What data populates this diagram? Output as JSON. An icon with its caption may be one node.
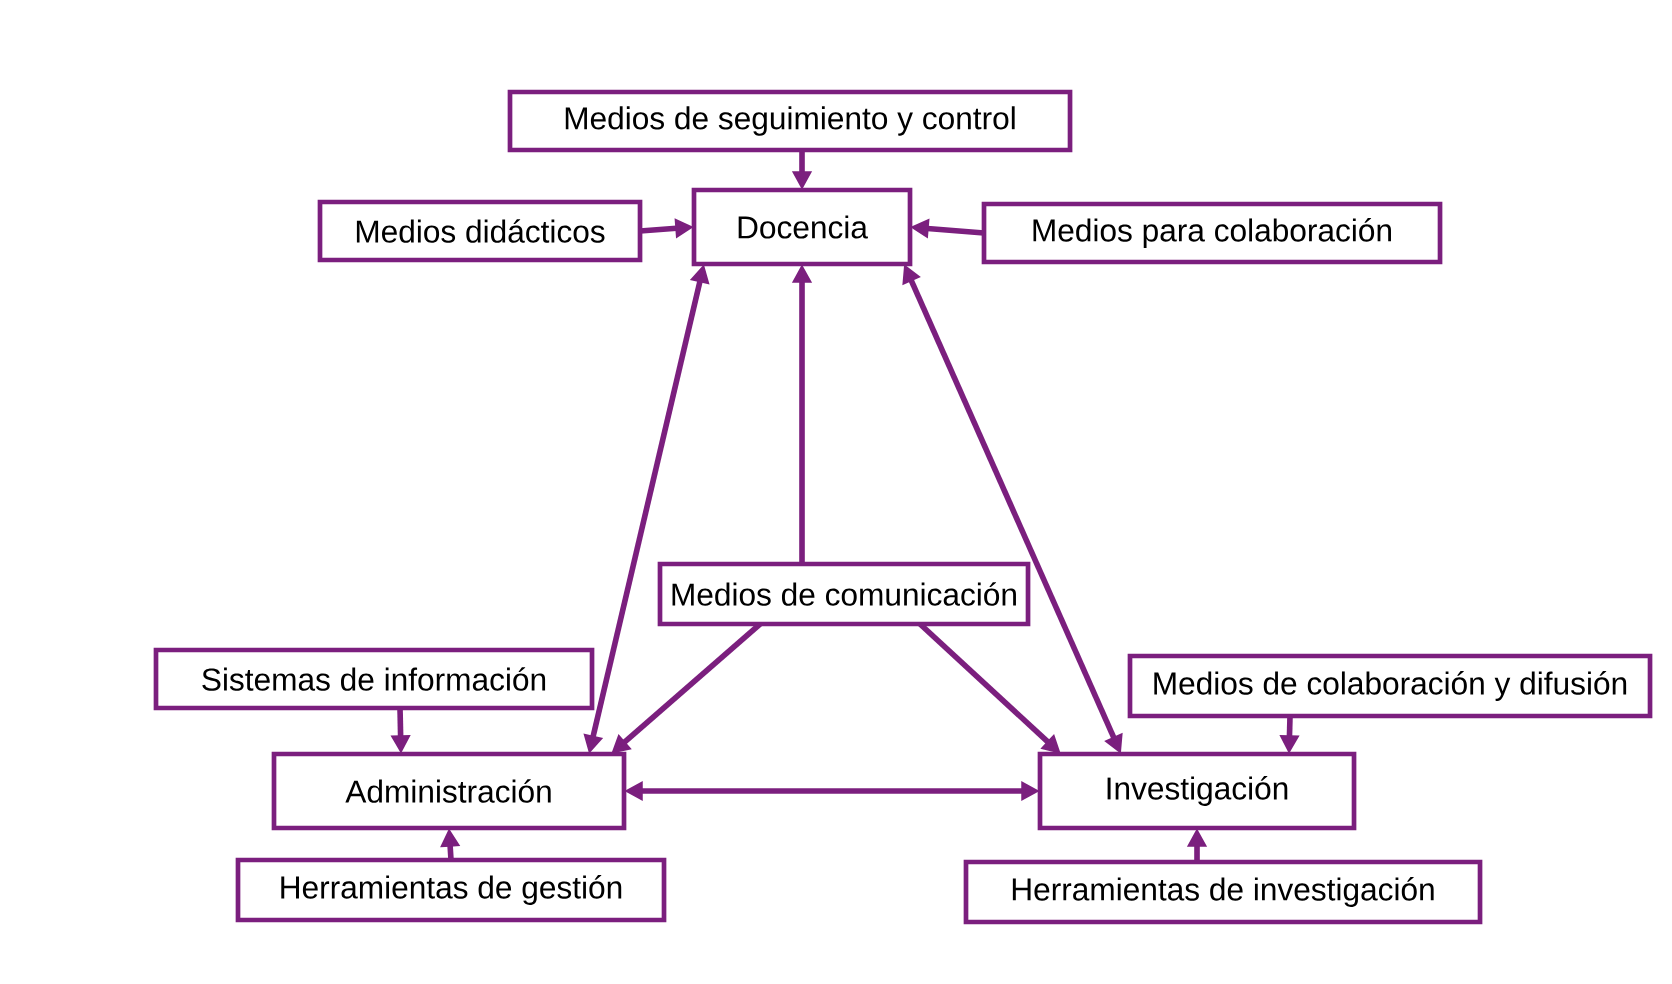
{
  "diagram": {
    "nodes": [
      {
        "text": [
          "Medios de seguimiento y control"
        ]
      },
      {
        "text": [
          "Medios didácticos"
        ]
      },
      {
        "text": [
          "Docencia"
        ]
      },
      {
        "text": [
          "Medios para colaboración"
        ]
      },
      {
        "text": [
          "Medios de comunicación"
        ]
      },
      {
        "text": [
          "Sistemas de información"
        ]
      },
      {
        "text": [
          "Medios de colaboración y difusión"
        ]
      },
      {
        "text": [
          "Administración"
        ]
      },
      {
        "text": [
          "Investigación"
        ]
      },
      {
        "text": [
          "Herramientas de gestión"
        ]
      },
      {
        "text": [
          "Herramientas de investigación"
        ]
      }
    ],
    "edges": [
      {
        "from": 0,
        "to": 2,
        "arrow": "to"
      },
      {
        "from": 1,
        "to": 2,
        "arrow": "to"
      },
      {
        "from": 3,
        "to": 2,
        "arrow": "to"
      },
      {
        "from": 4,
        "to": 2,
        "arrow": "to"
      },
      {
        "from": 4,
        "to": 7,
        "arrow": "to"
      },
      {
        "from": 4,
        "to": 8,
        "arrow": "to"
      },
      {
        "from": 7,
        "to": 2,
        "arrow": "both"
      },
      {
        "from": 8,
        "to": 2,
        "arrow": "both"
      },
      {
        "from": 5,
        "to": 7,
        "arrow": "to"
      },
      {
        "from": 9,
        "to": 7,
        "arrow": "to"
      },
      {
        "from": 7,
        "to": 8,
        "arrow": "both"
      },
      {
        "from": 6,
        "to": 8,
        "arrow": "to"
      },
      {
        "from": 10,
        "to": 8,
        "arrow": "to"
      }
    ]
  }
}
